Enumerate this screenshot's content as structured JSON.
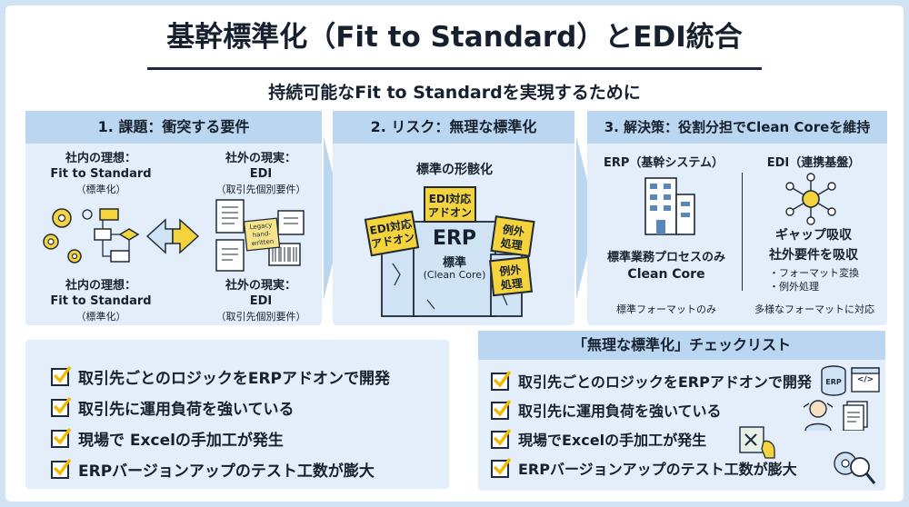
{
  "title": "基幹標準化（Fit to Standard）とEDI統合",
  "subtitle": "持続可能なFit to Standardを実現するために",
  "panel1": {
    "header": "1. 課題：衝突する要件",
    "ideal_top": "社内の理想：",
    "ideal_top_2": "Fit to Standard",
    "ideal_top_3": "（標準化）",
    "ideal_bottom": "社内の理想：",
    "ideal_bottom_2": "Fit to Standard",
    "ideal_bottom_3": "（標準化）",
    "real_top": "社外の現実：",
    "real_top_2": "EDI",
    "real_top_3": "（取引先個別要件）",
    "real_bottom": "社外の現実：",
    "real_bottom_2": "EDI",
    "real_bottom_3": "（取引先個別要件）",
    "legacy_note": "Legacy hand-written"
  },
  "panel2": {
    "header": "2. リスク：無理な標準化",
    "label": "標準の形骸化",
    "erp": "ERP",
    "erp_std": "標準",
    "erp_core": "(Clean Core)",
    "note_edi_top": "EDI対応 アドオン",
    "note_edi_left": "EDI対応 アドオン",
    "note_ex1": "例外 処理",
    "note_ex2": "例外 処理"
  },
  "panel3": {
    "header": "3. 解決策：役割分担でClean Coreを維持",
    "erp_title": "ERP（基幹システム）",
    "edi_title": "EDI（連携基盤）",
    "erp_desc1": "標準業務プロセスのみ",
    "erp_desc2": "Clean Core",
    "edi_desc1": "ギャップ吸収",
    "edi_desc2": "社外要件を吸収",
    "edi_b1": "・フォーマット変換",
    "edi_b2": "・例外処理",
    "erp_foot": "標準フォーマットのみ",
    "edi_foot": "多様なフォーマットに対応"
  },
  "checklist_left": [
    "取引先ごとのロジックをERPアドオンで開発",
    "取引先に運用負荷を強いている",
    "現場で Excelの手加工が発生",
    "ERPバージョンアップのテスト工数が膨大"
  ],
  "checklist_right": {
    "header": "「無理な標準化」チェックリスト",
    "items": [
      "取引先ごとのロジックをERPアドオンで開発",
      "取引先に運用負荷を強いている",
      "現場でExcelの手加工が発生",
      "ERPバージョンアップのテスト工数が膨大"
    ],
    "erp_icon_label": "ERP",
    "code_icon_label": "</>"
  },
  "colors": {
    "accent_yellow": "#f4d33d",
    "panel": "#e3eefa",
    "panel_head": "#bad6f0",
    "ink": "#1f2a3a"
  }
}
